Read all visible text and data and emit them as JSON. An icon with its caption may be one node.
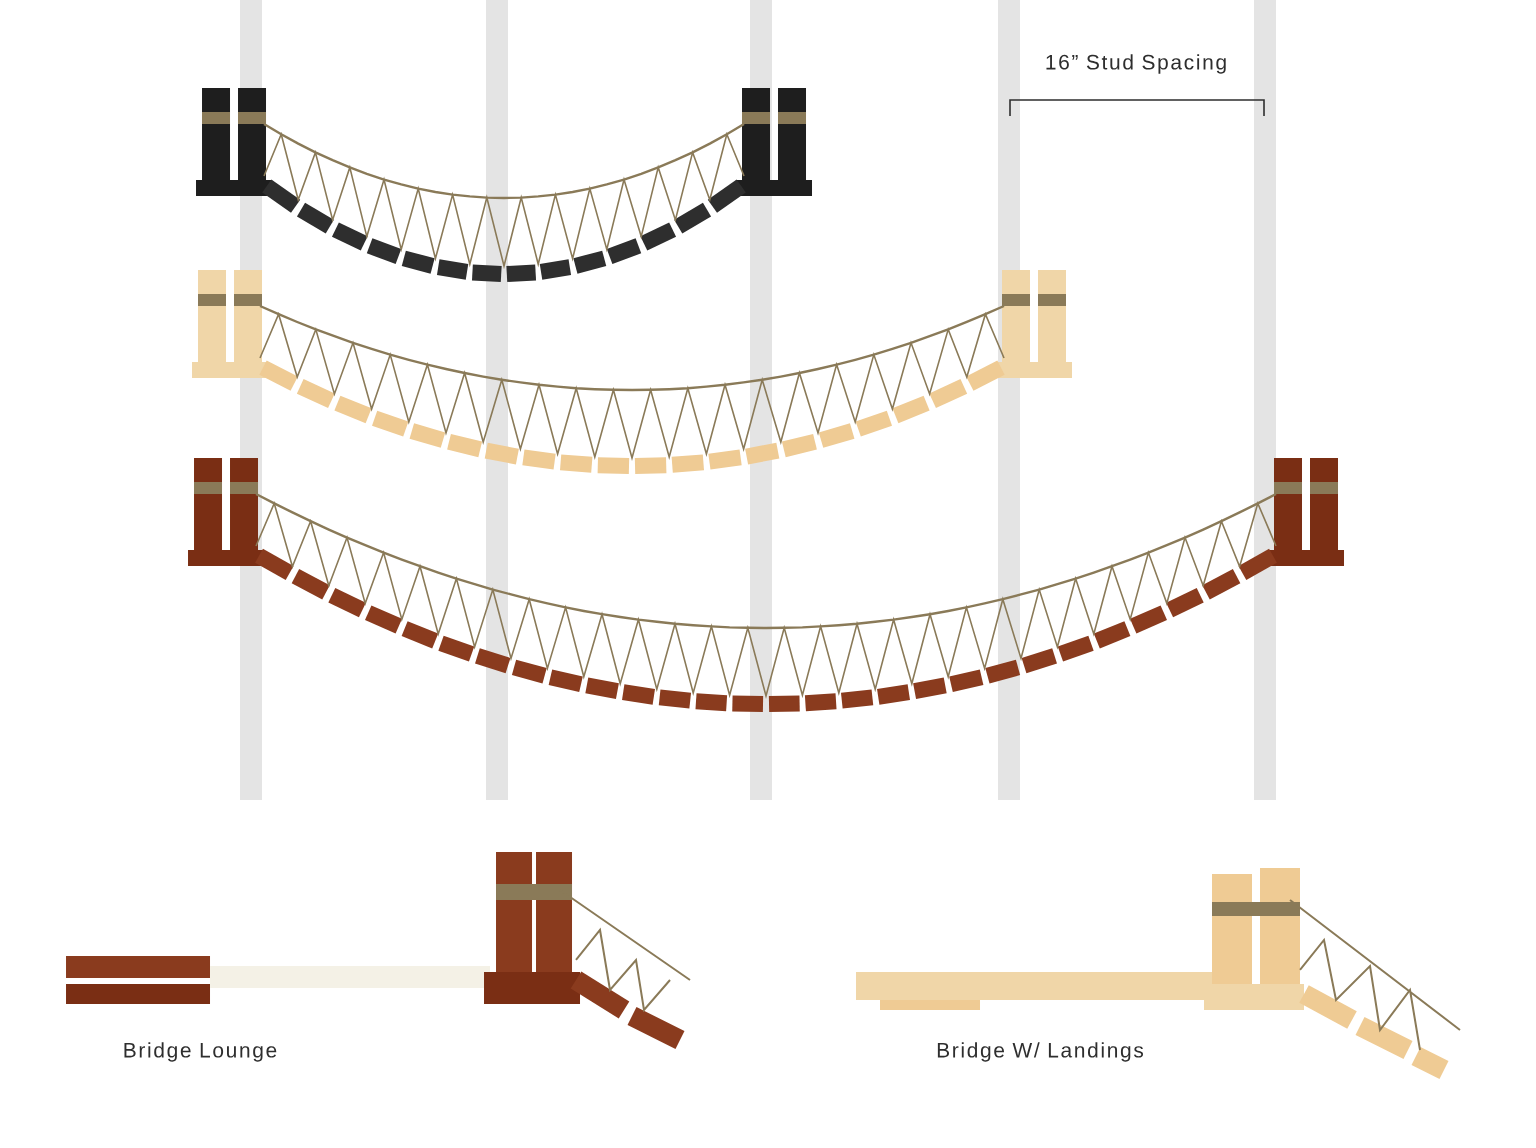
{
  "diagram": {
    "labels": [
      "16” Stud Spacing",
      "Bridge Lounge",
      "Bridge W/ Landings"
    ]
  }
}
